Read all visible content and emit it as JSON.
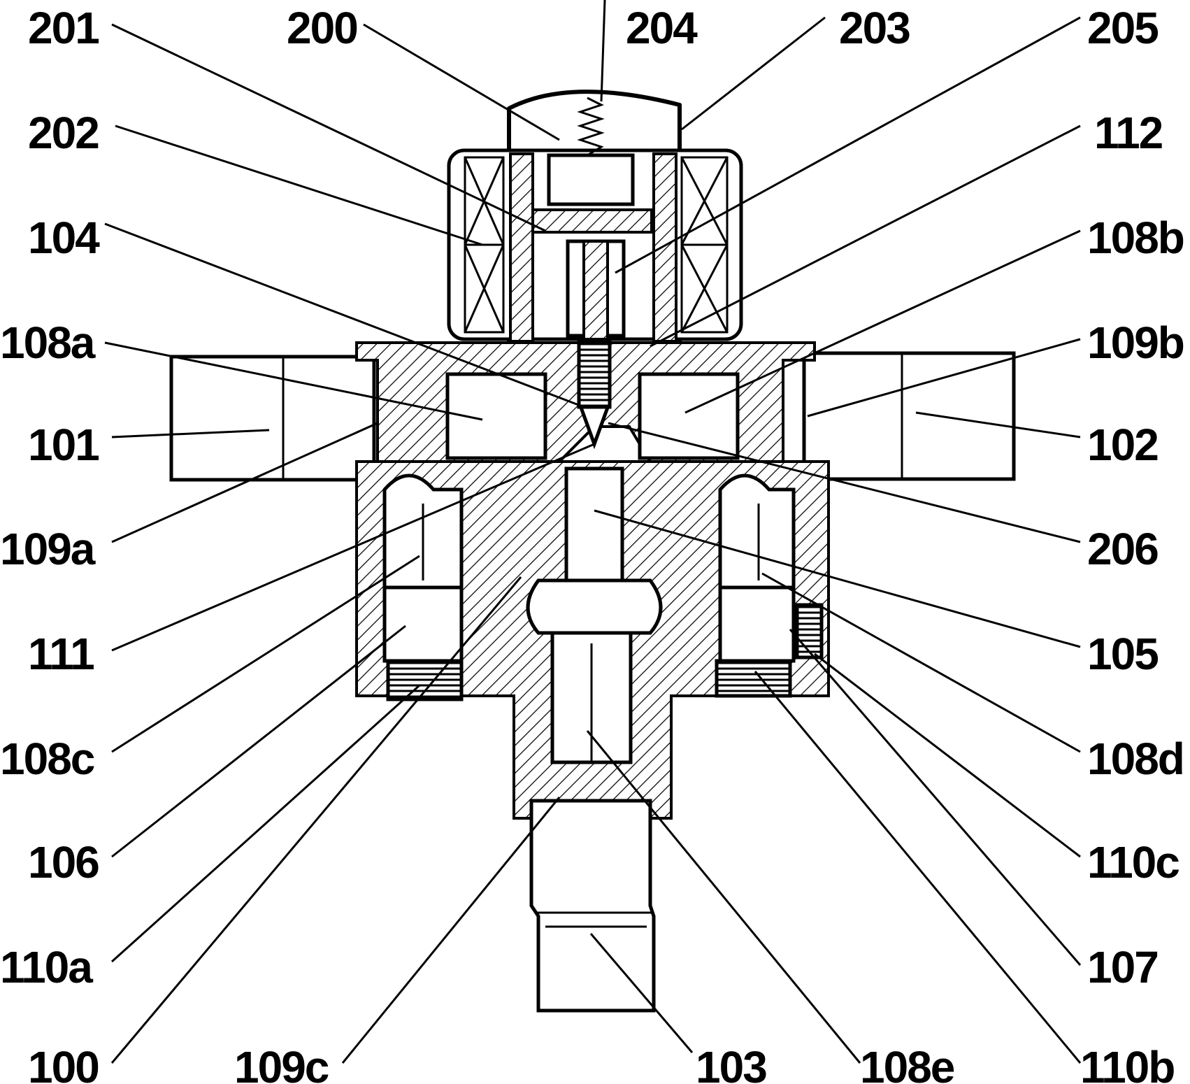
{
  "labels": {
    "l201": "201",
    "l200": "200",
    "l204": "204",
    "l203": "203",
    "l205": "205",
    "l202": "202",
    "l112": "112",
    "l104": "104",
    "l108b": "108b",
    "l108a": "108a",
    "l109b": "109b",
    "l101": "101",
    "l102": "102",
    "l109a": "109a",
    "l206": "206",
    "l111": "111",
    "l105": "105",
    "l108c": "108c",
    "l108d": "108d",
    "l106": "106",
    "l110c": "110c",
    "l110a": "110a",
    "l107": "107",
    "l100": "100",
    "l109c": "109c",
    "l103": "103",
    "l108e": "108e",
    "l110b": "110b"
  }
}
